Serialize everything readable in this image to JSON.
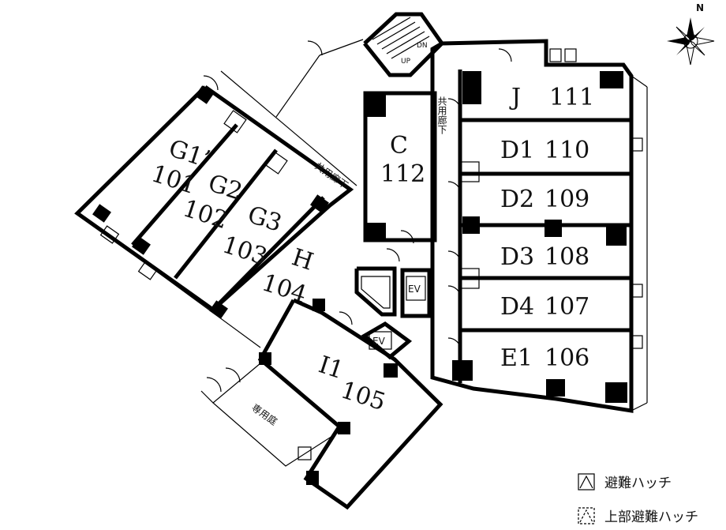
{
  "units": {
    "J": {
      "name": "J",
      "number": "111"
    },
    "D1": {
      "name": "D1",
      "number": "110"
    },
    "D2": {
      "name": "D2",
      "number": "109"
    },
    "D3": {
      "name": "D3",
      "number": "108"
    },
    "D4": {
      "name": "D4",
      "number": "107"
    },
    "E1": {
      "name": "E1",
      "number": "106"
    },
    "C": {
      "name": "C",
      "number": "112"
    },
    "G1": {
      "name": "G1’",
      "number": "101"
    },
    "G2": {
      "name": "G2",
      "number": "102"
    },
    "G3": {
      "name": "G3",
      "number": "103"
    },
    "H": {
      "name": "H",
      "number": "104"
    },
    "I1": {
      "name": "I1",
      "number": "105"
    }
  },
  "labels": {
    "corridor_right": "共用廊下",
    "corridor_left": "共用廊下",
    "private_garden": "専用庭",
    "elevator_1": "EV",
    "elevator_2": "EV",
    "stair_up": "UP",
    "stair_down": "DN",
    "north": "N"
  },
  "legend": {
    "escape_hatch": "避難ハッチ",
    "upper_escape_hatch": "上部避難ハッチ"
  }
}
